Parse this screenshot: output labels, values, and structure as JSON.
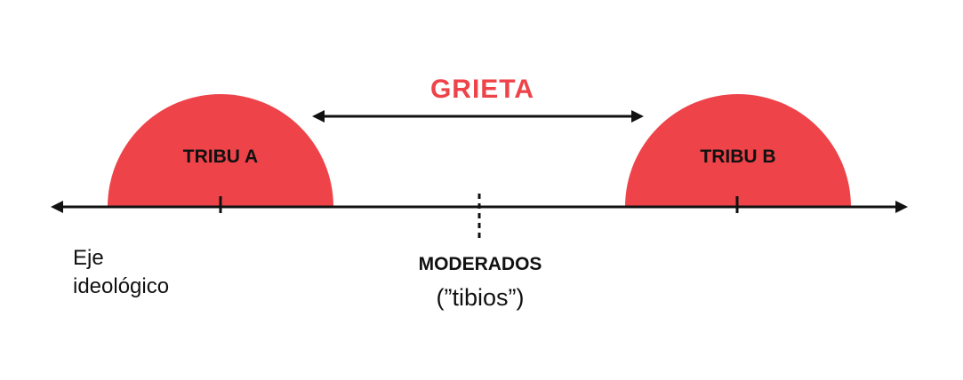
{
  "colors": {
    "accent": "#ee4349",
    "ink": "#111111"
  },
  "title": "GRIETA",
  "tribes": [
    {
      "label": "TRIBU A"
    },
    {
      "label": "TRIBU B"
    }
  ],
  "axis": {
    "label_line1": "Eje",
    "label_line2": "ideológico"
  },
  "moderates": {
    "title": "MODERADOS",
    "subtitle": "(”tibios”)"
  }
}
